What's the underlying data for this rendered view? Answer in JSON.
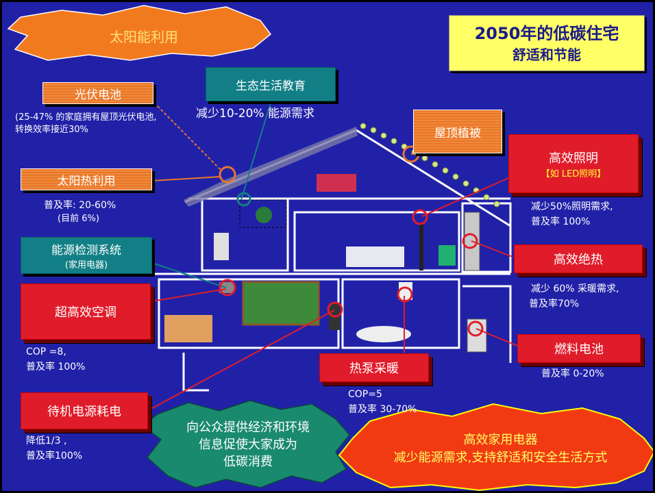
{
  "title": {
    "line1": "2050年的低碳住宅",
    "line2": "舒适和节能"
  },
  "solar": {
    "label": "太阳能利用"
  },
  "pv": {
    "label": "光伏电池",
    "desc1": "(25-47% 的家庭拥有屋顶光伏电池,",
    "desc2": "转换效率接近30%"
  },
  "eco_edu": {
    "label": "生态生活教育",
    "desc": "减少10-20% 能源需求"
  },
  "green_roof": {
    "label": "屋顶植被"
  },
  "lighting": {
    "label": "高效照明",
    "sub": "【如 LED照明】",
    "desc1": "减少50%照明需求,",
    "desc2": "普及率 100%"
  },
  "solar_heat": {
    "label": "太阳热利用",
    "desc1": "普及率: 20-60%",
    "desc2": "(目前 6%)"
  },
  "monitor": {
    "label": "能源检测系统",
    "sub": "(家用电器)"
  },
  "insulation": {
    "label": "高效绝热",
    "desc1": "减少 60% 采暖需求,",
    "desc2": "普及率70%"
  },
  "ac": {
    "label": "超高效空调",
    "desc1": "COP =8,",
    "desc2": "普及率 100%"
  },
  "fuelcell": {
    "label": "燃料电池",
    "desc": "普及率 0-20%"
  },
  "heatpump": {
    "label": "热泵采暖",
    "desc1": "COP=5",
    "desc2": "普及率 30-70%"
  },
  "standby": {
    "label": "待机电源耗电",
    "desc1": "降低1/3 ,",
    "desc2": "普及率100%"
  },
  "public_info": {
    "line1": "向公众提供经济和环境",
    "line2": "信息促使大家成为",
    "line3": "低碳消费"
  },
  "appliances": {
    "line1": "高效家用电器",
    "line2": "减少能源需求,支持舒适和安全生活方式"
  }
}
